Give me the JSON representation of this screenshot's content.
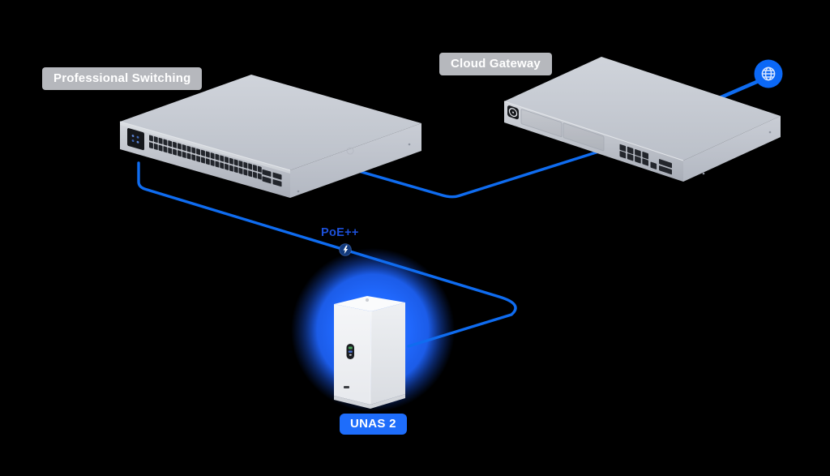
{
  "scene": {
    "background": "#000000"
  },
  "devices": [
    {
      "id": "switch",
      "label": "Professional Switching",
      "rj45_ports": 48,
      "sfp_ports": 4,
      "has_touchscreen": true
    },
    {
      "id": "gateway",
      "label": "Cloud Gateway",
      "lan_ports": 8,
      "wan_ports": 1,
      "sfp_ports": 2,
      "drive_bays": 2,
      "has_round_display": true
    },
    {
      "id": "unas",
      "label": "UNAS 2",
      "has_status_display": true
    }
  ],
  "connections": {
    "poe_label": "PoE++",
    "links": [
      {
        "from": "switch",
        "to": "unas",
        "tag": "PoE++"
      },
      {
        "from": "switch",
        "to": "gateway",
        "tag": ""
      },
      {
        "from": "gateway",
        "to": "internet",
        "tag": ""
      }
    ]
  },
  "icons": {
    "internet": "globe-icon",
    "poe_power": "lightning-bolt-icon"
  },
  "colors": {
    "cable": "#0f6cf0",
    "glow": "#1e6afd",
    "device_label_bg": "rgba(198,200,205,0.92)",
    "device_label_text": "#ffffff",
    "unas_label_bg": "#1e6dfb",
    "poe_text": "#1c50d9",
    "globe_fill": "#0b68f6",
    "poe_marker_fill": "#123a7d"
  }
}
